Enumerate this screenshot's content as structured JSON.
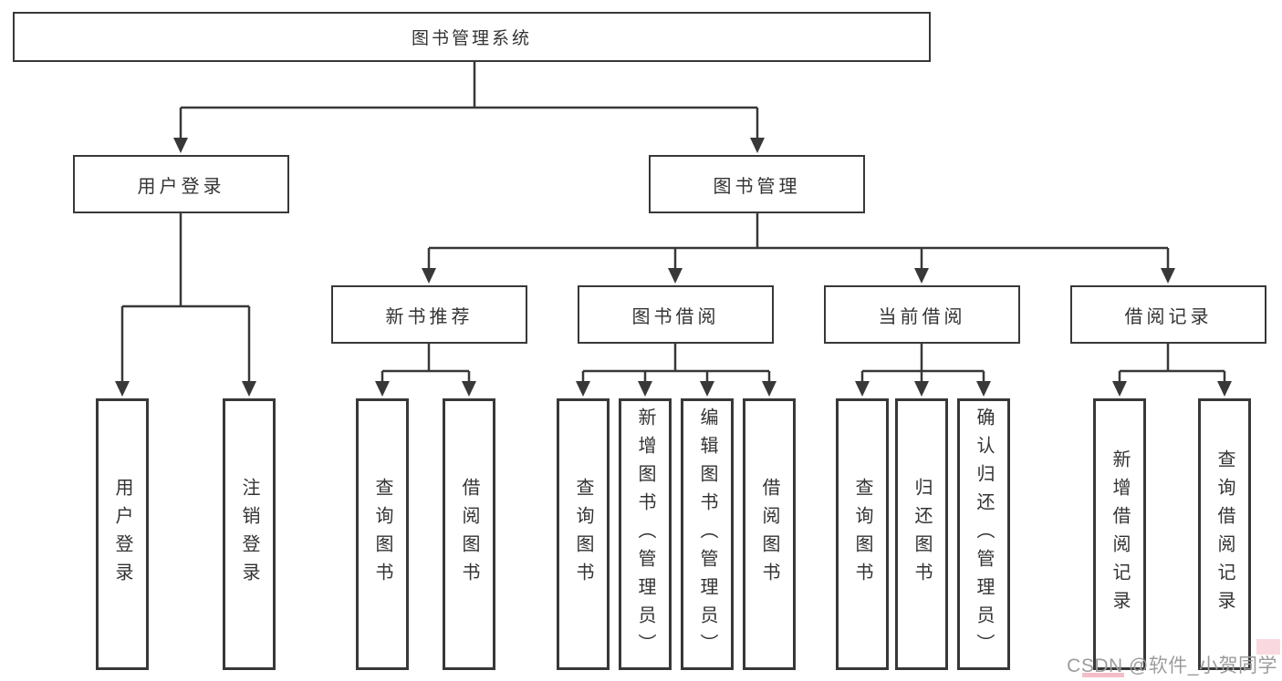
{
  "nodes": {
    "root": "图书管理系统",
    "user_login": "用户登录",
    "book_management": "图书管理",
    "new_book_recommend": "新书推荐",
    "book_borrow": "图书借阅",
    "current_borrow": "当前借阅",
    "borrow_records": "借阅记录",
    "leaf_user_login": "用户登录",
    "leaf_logout": "注销登录",
    "leaf_query_book_1": "查询图书",
    "leaf_borrow_book_1": "借阅图书",
    "leaf_query_book_2": "查询图书",
    "leaf_add_book_admin": "新增图书（管理员）",
    "leaf_edit_book_admin": "编辑图书（管理员）",
    "leaf_borrow_book_2": "借阅图书",
    "leaf_query_book_3": "查询图书",
    "leaf_return_book": "归还图书",
    "leaf_confirm_return_admin": "确认归还（管理员）",
    "leaf_add_borrow_record": "新增借阅记录",
    "leaf_query_borrow_record": "查询借阅记录"
  },
  "watermark": {
    "text": "CSDN @软件_小贺同学"
  },
  "colors": {
    "line": "#383838",
    "box_border": "#383838",
    "text": "#333333",
    "background": "#ffffff",
    "watermark_text": "#9c9c9c",
    "watermark_accent": "#f2b3bf"
  }
}
